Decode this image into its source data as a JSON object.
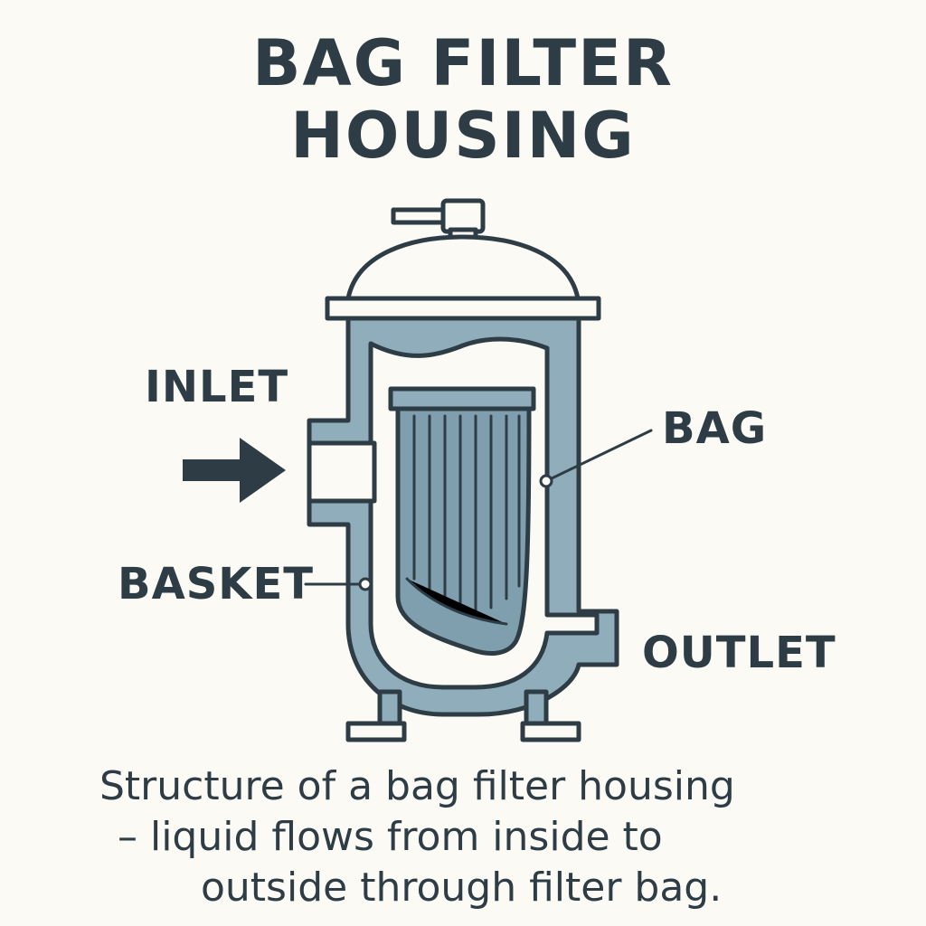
{
  "title": {
    "line1": "BAG FILTER",
    "line2": "HOUSING"
  },
  "labels": {
    "inlet": "INLET",
    "bag": "BAG",
    "basket": "BASKET",
    "outlet": "OUTLET"
  },
  "caption": {
    "line1": "Structure of a bag filter housing",
    "line2": "– liquid flows from inside to",
    "line3": "outside through filter bag."
  },
  "colors": {
    "outline": "#2e3d45",
    "housing_fill": "#8fadbb",
    "inner_fill": "#fbfaf5",
    "bag_fill": "#7f9fae",
    "background": "#fbfaf5"
  }
}
